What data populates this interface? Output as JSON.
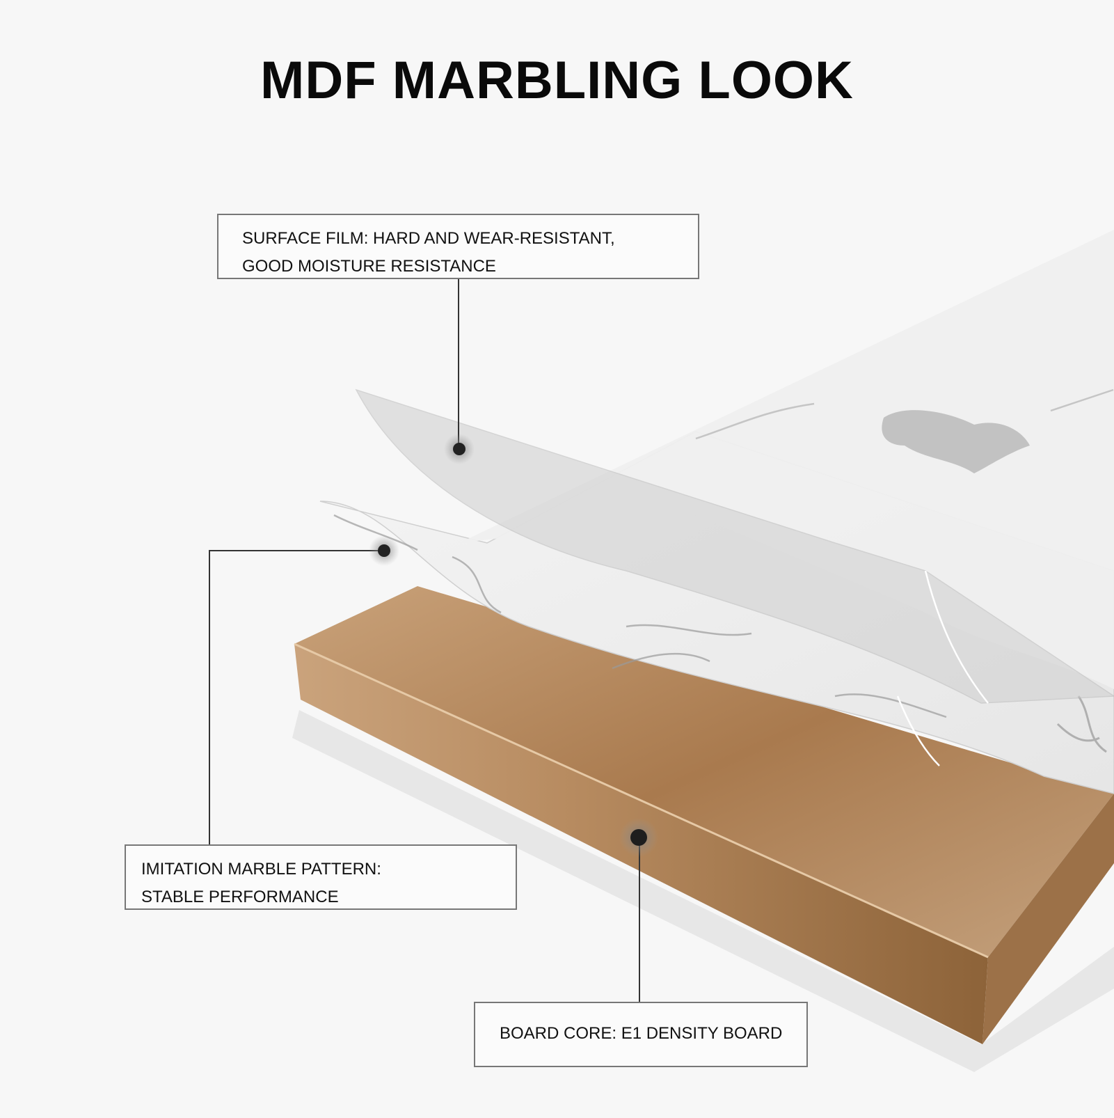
{
  "title": "MDF MARBLING LOOK",
  "labels": {
    "surface_film": {
      "line1": "SURFACE FILM: HARD AND WEAR-RESISTANT,",
      "line2": "GOOD MOISTURE RESISTANCE"
    },
    "marble_pattern": {
      "line1": "IMITATION MARBLE PATTERN:",
      "line2": "STABLE PERFORMANCE"
    },
    "board_core": {
      "line1": "BOARD CORE: E1 DENSITY BOARD"
    }
  },
  "colors": {
    "background": "#f7f7f7",
    "board_top": "#b8895e",
    "board_front": "#a7784b",
    "marble": "#ededed",
    "film": "#d9d9d9",
    "leader": "#333333"
  }
}
